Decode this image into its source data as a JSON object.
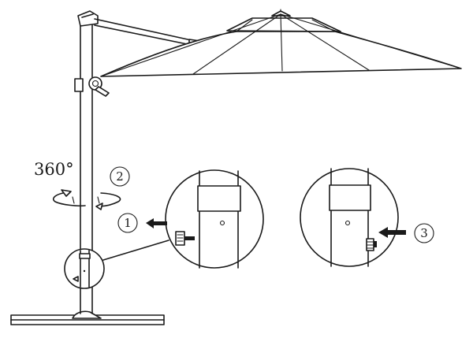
{
  "labels": {
    "rotation": "360°",
    "step_1": "1",
    "step_2": "2",
    "step_3": "3"
  },
  "colors": {
    "line": "#1a1a1a",
    "background": "#ffffff"
  },
  "icons": [
    "arrow-left-icon",
    "rotation-arrow-icon",
    "knob-icon"
  ]
}
